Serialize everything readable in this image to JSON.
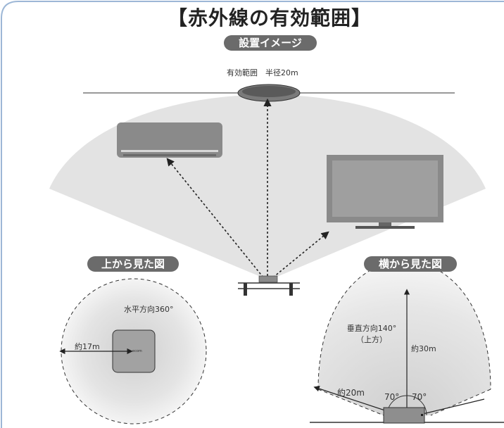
{
  "title": "【赤外線の有効範囲】",
  "section_install": {
    "label": "設置イメージ",
    "range_label": "有効範囲　半径20m"
  },
  "section_top": {
    "label": "上から見た図",
    "horizontal_label": "水平方向360°",
    "distance_label": "約17m",
    "device_mark": "ecom"
  },
  "section_side": {
    "label": "横から見た図",
    "vertical_label_1": "垂直方向140°",
    "vertical_label_2": "（上方）",
    "up_distance_label": "約30m",
    "side_distance_label": "約20m",
    "angle_left": "70°",
    "angle_right": "70°"
  },
  "colors": {
    "frame_border": "#9db7d6",
    "pill_bg": "#6b6b6b",
    "zone_fill": "#e3e3e3",
    "device_fill": "#9a9a9a"
  }
}
